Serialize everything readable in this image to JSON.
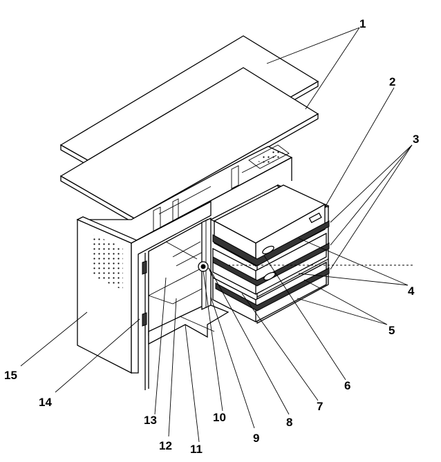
{
  "figure": {
    "callouts": [
      {
        "id": "c1",
        "text": "1"
      },
      {
        "id": "c2",
        "text": "2"
      },
      {
        "id": "c3",
        "text": "3"
      },
      {
        "id": "c4",
        "text": "4"
      },
      {
        "id": "c5",
        "text": "5"
      },
      {
        "id": "c6",
        "text": "6"
      },
      {
        "id": "c7",
        "text": "7"
      },
      {
        "id": "c8",
        "text": "8"
      },
      {
        "id": "c9",
        "text": "9"
      },
      {
        "id": "c10",
        "text": "10"
      },
      {
        "id": "c11",
        "text": "11"
      },
      {
        "id": "c12",
        "text": "12"
      },
      {
        "id": "c13",
        "text": "13"
      },
      {
        "id": "c14",
        "text": "14"
      },
      {
        "id": "c15",
        "text": "15"
      }
    ]
  },
  "colors": {
    "line": "#000000",
    "background": "#ffffff",
    "shade": "#d9d9d9"
  }
}
